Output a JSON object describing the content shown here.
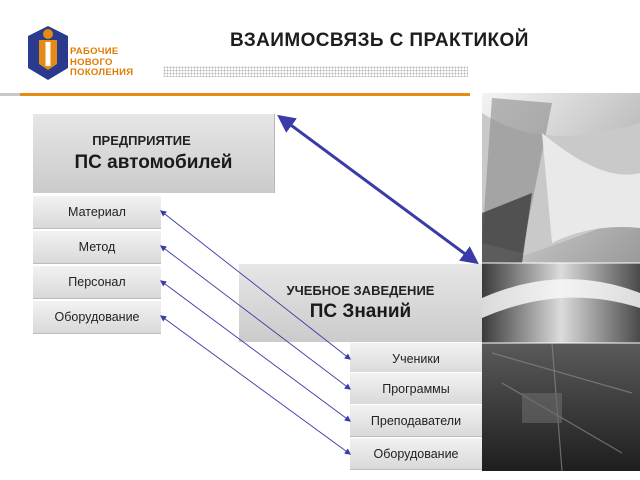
{
  "header": {
    "title": "ВЗАИМОСВЯЗЬ С ПРАКТИКОЙ",
    "logo_lines": [
      "РАБОЧИЕ",
      "НОВОГО",
      "ПОКОЛЕНИЯ"
    ]
  },
  "enterprise": {
    "subtitle": "ПРЕДПРИЯТИЕ",
    "title": "ПС автомобилей",
    "items": [
      "Материал",
      "Метод",
      "Персонал",
      "Оборудование"
    ]
  },
  "school": {
    "subtitle": "УЧЕБНОЕ ЗАВЕДЕНИЕ",
    "title": "ПС Знаний",
    "items": [
      "Ученики",
      "Программы",
      "Преподаватели",
      "Оборудование"
    ]
  },
  "colors": {
    "accent": "#e58a12",
    "logo_blue": "#2a3b8f",
    "arrow": "#3a3aa8"
  },
  "connections": [
    {
      "from": "Материал",
      "to": "Ученики"
    },
    {
      "from": "Метод",
      "to": "Программы"
    },
    {
      "from": "Персонал",
      "to": "Преподаватели"
    },
    {
      "from": "Оборудование",
      "to": "Оборудование"
    }
  ]
}
